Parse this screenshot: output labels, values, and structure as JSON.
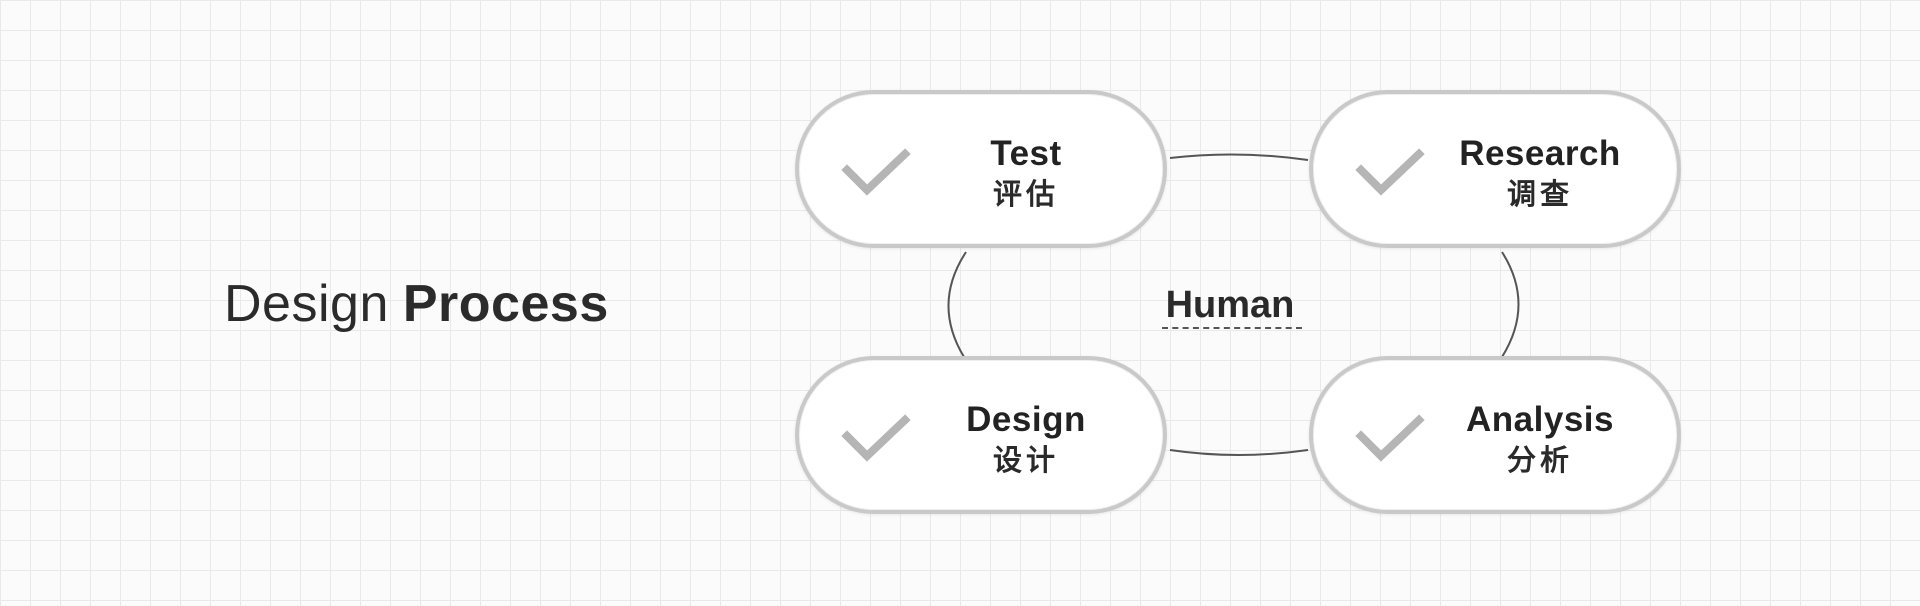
{
  "title": {
    "light": "Design",
    "bold": "Process"
  },
  "center": {
    "label": "Human"
  },
  "nodes": [
    {
      "id": "test",
      "en": "Test",
      "zh": "评估",
      "icon": "checkmark-icon"
    },
    {
      "id": "research",
      "en": "Research",
      "zh": "调查",
      "icon": "checkmark-icon"
    },
    {
      "id": "design",
      "en": "Design",
      "zh": "设计",
      "icon": "checkmark-icon"
    },
    {
      "id": "analysis",
      "en": "Analysis",
      "zh": "分析",
      "icon": "checkmark-icon"
    }
  ],
  "colors": {
    "background": "#fbfbfb",
    "grid": "#e9e9e9",
    "pill_border": "#c9c9c9",
    "check": "#b5b5b5",
    "connector": "#555555",
    "text": "#222222"
  }
}
